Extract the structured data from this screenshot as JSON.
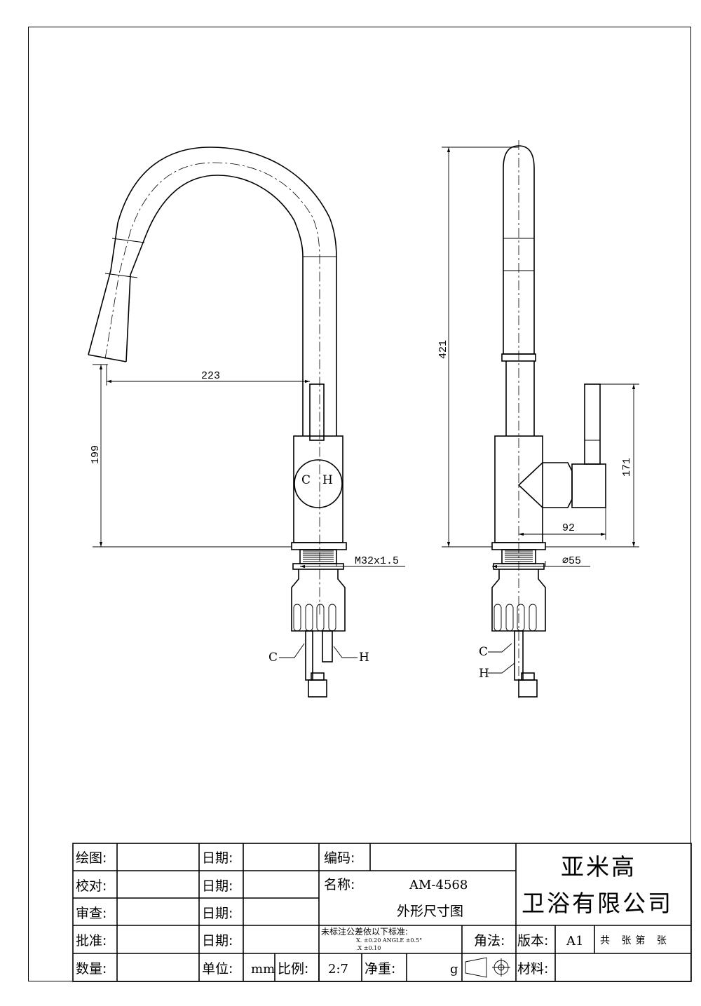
{
  "drawing": {
    "front": {
      "reach": "223",
      "spout_height": "199",
      "thread": "M32x1.5",
      "handle_cold": "C",
      "handle_hot": "H",
      "inlet_cold": "C",
      "inlet_hot": "H"
    },
    "side": {
      "total_height": "421",
      "handle_height": "171",
      "handle_offset": "92",
      "base_diameter": "⌀55",
      "inlet_cold": "C",
      "inlet_hot": "H"
    }
  },
  "title_block": {
    "drawn_label": "绘图:",
    "checked_label": "校对:",
    "reviewed_label": "审查:",
    "approved_label": "批准:",
    "quantity_label": "数量:",
    "date_label": "日期:",
    "unit_label": "单位:",
    "unit_value": "mm",
    "scale_label": "比例:",
    "scale_value": "2:7",
    "code_label": "编码:",
    "name_label": "名称:",
    "model": "AM-4568",
    "drawing_title": "外形尺寸图",
    "tolerance_title": "未标注公差依以下标准:",
    "tolerance_line1": "X.      ±0.20   ANGLE  ±0.5°",
    "tolerance_line2": ".X      ±0.10",
    "net_weight_label": "净重:",
    "net_weight_unit": "g",
    "projection_label": "角法:",
    "company_line1": "亚米高",
    "company_line2": "卫浴有限公司",
    "version_label": "版本:",
    "version_value": "A1",
    "sheets_text": "共  张第  张",
    "material_label": "材料:"
  }
}
